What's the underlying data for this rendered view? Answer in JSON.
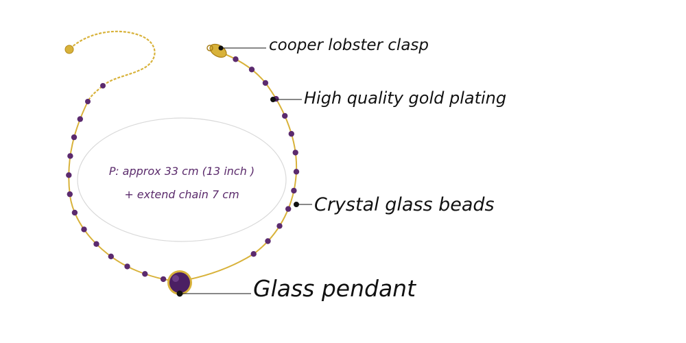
{
  "callouts": {
    "clasp": "cooper lobster clasp",
    "plating": "High quality gold plating",
    "beads": "Crystal glass beads",
    "pendant": "Glass pendant"
  },
  "measurement": {
    "length": "P: approx 33 cm (13 inch )",
    "extension": "+ extend chain 7 cm"
  },
  "colors": {
    "gold": "#d8b23a",
    "bead": "#5b2a6e",
    "text": "#111111",
    "measure_text": "#5a2a6b",
    "ellipse_stroke": "#d9d9d9"
  }
}
